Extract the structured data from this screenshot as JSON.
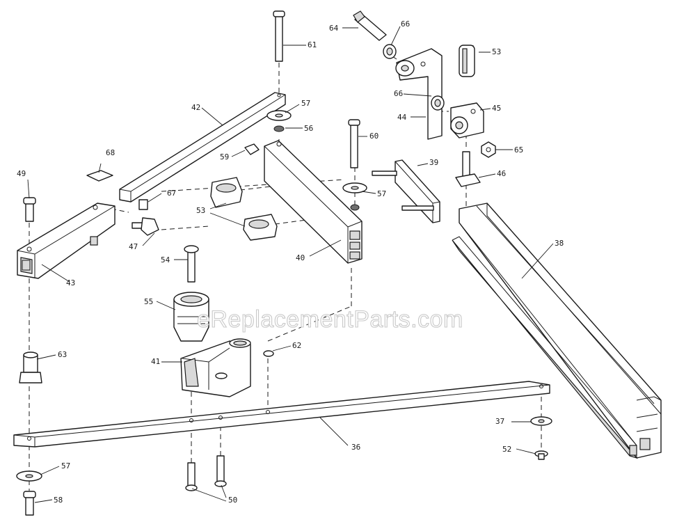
{
  "watermark": "eReplacementParts.com",
  "labels": {
    "p61": "61",
    "p64": "64",
    "p66a": "66",
    "p53a": "53",
    "p42": "42",
    "p57a": "57",
    "p56": "56",
    "p66b": "66",
    "p44": "44",
    "p45": "45",
    "p60": "60",
    "p68": "68",
    "p59": "59",
    "p39": "39",
    "p65": "65",
    "p49": "49",
    "p67": "67",
    "p57b": "57",
    "p46": "46",
    "p53b": "53",
    "p47": "47",
    "p40": "40",
    "p38": "38",
    "p54": "54",
    "p43": "43",
    "p55": "55",
    "p62": "62",
    "p63": "63",
    "p41": "41",
    "p37": "37",
    "p36": "36",
    "p52": "52",
    "p57c": "57",
    "p50": "50",
    "p58": "58"
  }
}
